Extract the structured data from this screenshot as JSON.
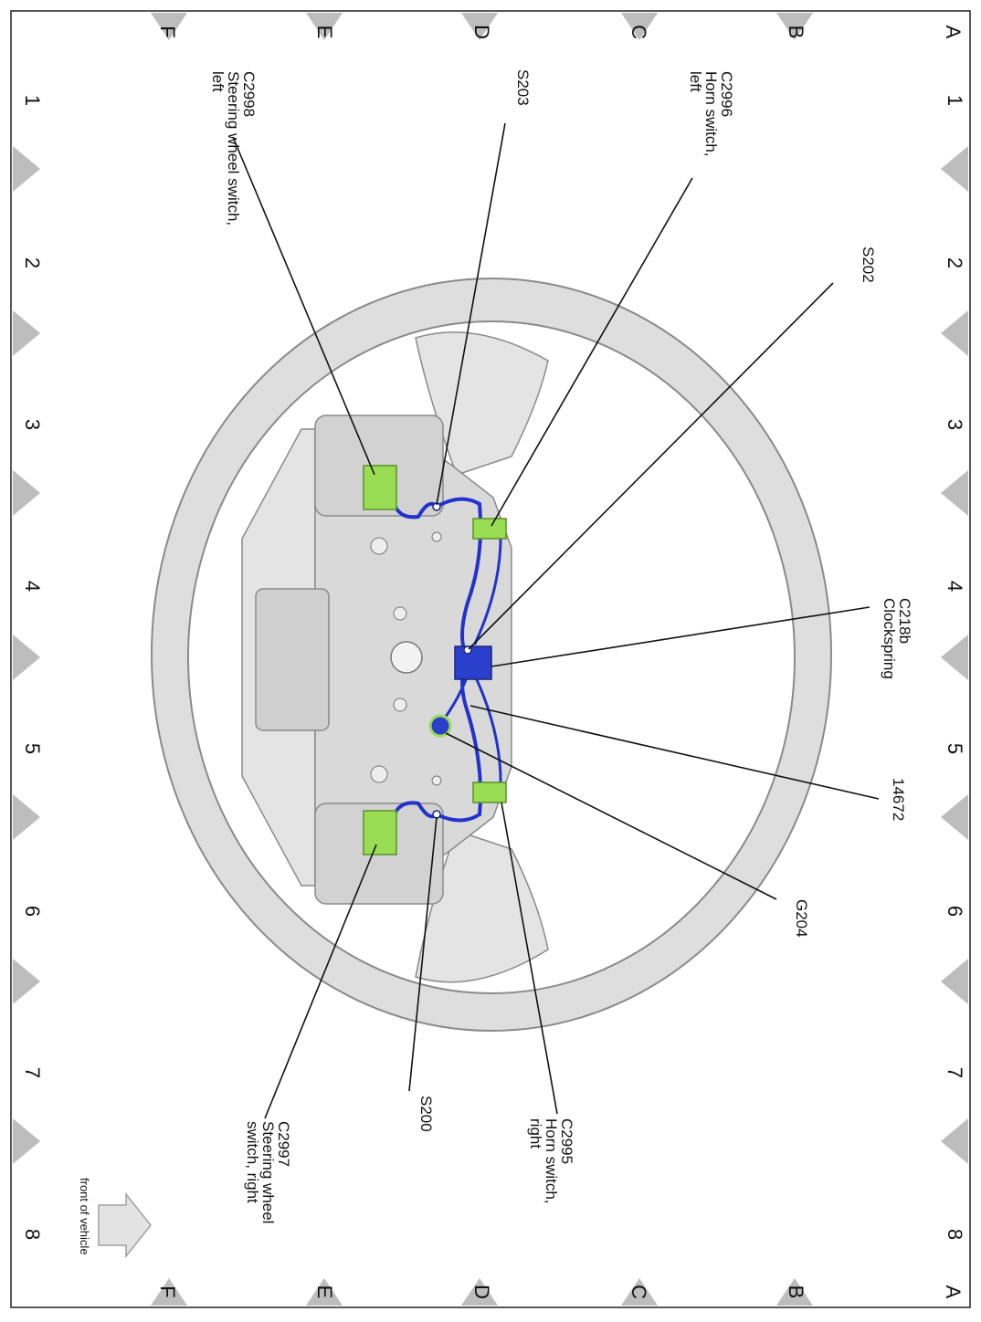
{
  "grid": {
    "rows": [
      "A",
      "B",
      "C",
      "D",
      "E",
      "F"
    ],
    "cols": [
      "1",
      "2",
      "3",
      "4",
      "5",
      "6",
      "7",
      "8"
    ]
  },
  "callouts": {
    "c2996": [
      "C2996",
      "Horn switch,",
      "left"
    ],
    "s203": [
      "S203"
    ],
    "c2998": [
      "C2998",
      "Steering wheel switch,",
      "left"
    ],
    "s202": [
      "S202"
    ],
    "c218b": [
      "C218b",
      "Clockspring"
    ],
    "n14672": [
      "14672"
    ],
    "g204": [
      "G204"
    ],
    "c2995": [
      "C2995",
      "Horn switch,",
      "right"
    ],
    "s200": [
      "S200"
    ],
    "c2997": [
      "C2997",
      "Steering wheel",
      "switch, right"
    ]
  },
  "orientation": {
    "front_label": "front of vehicle"
  },
  "colors": {
    "harness": "#2233cc",
    "connector": "#99dd55",
    "wheel_fill": "#dedede",
    "wheel_stroke": "#8a8a8a",
    "marker": "#bdbdbd"
  }
}
